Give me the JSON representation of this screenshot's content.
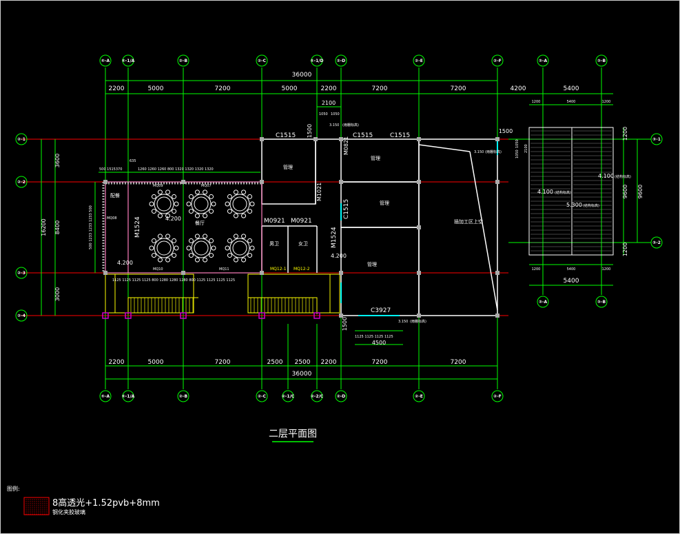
{
  "drawing": {
    "title": "二层平面图",
    "legend_heading": "图例:",
    "legend_line1": "8高透光+1.52pvb+8mm",
    "legend_line2": "钢化夹胶玻璃"
  },
  "axes_top": [
    "⑤-A",
    "⑤-1/A",
    "②-B",
    "②-C",
    "⑤-1/D",
    "②-D",
    "②-E",
    "②-F",
    "③-A",
    "③-B"
  ],
  "axes_bottom": [
    "⑤-A",
    "⑤-1/A",
    "②-B",
    "②-C",
    "②-1/C",
    "②-2/C",
    "②-D",
    "②-E",
    "②-F",
    "③-A",
    "③-B"
  ],
  "axes_left": [
    "②-1",
    "②-2",
    "②-3",
    "②-4"
  ],
  "axes_right": [
    "③-1",
    "③-2"
  ],
  "dims": {
    "total_top": "36000",
    "total_bottom": "36000",
    "top_row": [
      "2200",
      "5000",
      "7200",
      "5000",
      "2200",
      "7200",
      "7200",
      "4200",
      "5400"
    ],
    "bottom_row": [
      "2200",
      "5000",
      "7200",
      "2500",
      "2500",
      "2200",
      "7200",
      "7200"
    ],
    "right_top": [
      "1200",
      "5400",
      "1200"
    ],
    "right_bottom": [
      "1200",
      "5400",
      "1200"
    ],
    "right_bottom_total": "5400",
    "left_total": "16200",
    "left_mid": "8400",
    "left_top": "3600",
    "left_bottom": "3000",
    "right_v": [
      "1200",
      "9600",
      "1200"
    ],
    "right_v_total": "9600",
    "upper_misc": [
      "2100",
      "1050",
      "1050",
      "1500",
      "1500",
      "1050",
      "1050",
      "2100"
    ],
    "stair_text": "500 1515370",
    "dim_635": "635",
    "hall_row": "1260 1260 1260 800 1320 1320 1320 1320",
    "hall_left": "500 1233 1233 1233 500",
    "base_row": "1125 1125 1125 1125 800 1280 1280 1280 800 1125 1125 1125 1125",
    "bottom_small": "1125 1125 1125 1125",
    "bottom_small_total": "4500",
    "bottom_left_1500": "1500"
  },
  "rooms": {
    "dining_hall": "餐厅",
    "prep": "配餐",
    "office1": "管理",
    "office2": "管理",
    "office3": "管理",
    "office4": "管理",
    "workshop": "插加工区上空",
    "wc_male": "男卫",
    "wc_female": "女卫"
  },
  "levels": {
    "l1": "4.200",
    "l2": "4.200",
    "l3": "4.200",
    "l4": "3.150",
    "l5": "3.150",
    "l6": "3.150",
    "l7": "4.100",
    "l8": "4.100",
    "l9": "5.300",
    "note_roof": "(结构标高)",
    "note_slab": "(结构标高)",
    "note_top": "(结构标高)",
    "note_canopy": "(雨棚标高)"
  },
  "labels": {
    "c1515a": "C1515",
    "c1515b": "C1515",
    "c1515c": "C1515",
    "c1515v": "C1515",
    "c3927": "C3927",
    "m1524a": "M1524",
    "m1524b": "M1524",
    "m0921a": "M0921",
    "m0921b": "M0921",
    "m1021": "M1021",
    "m0821": "M0821",
    "mq12_1": "MQ12-1",
    "mq12_2": "MQ12-2",
    "mq08": "MQ08",
    "mq09": "MQ09",
    "mq07": "MQ07",
    "mq10": "MQ10",
    "mq11": "MQ11"
  },
  "colors": {
    "axis_line": "#ff0000",
    "dim_line": "#00ff00",
    "wall": "#ffffff",
    "wall_pink": "#ff7fbf",
    "stair": "#ffff00",
    "glass": "#00ffff",
    "column": "#cc00cc",
    "legend_box": "#ff0000"
  }
}
